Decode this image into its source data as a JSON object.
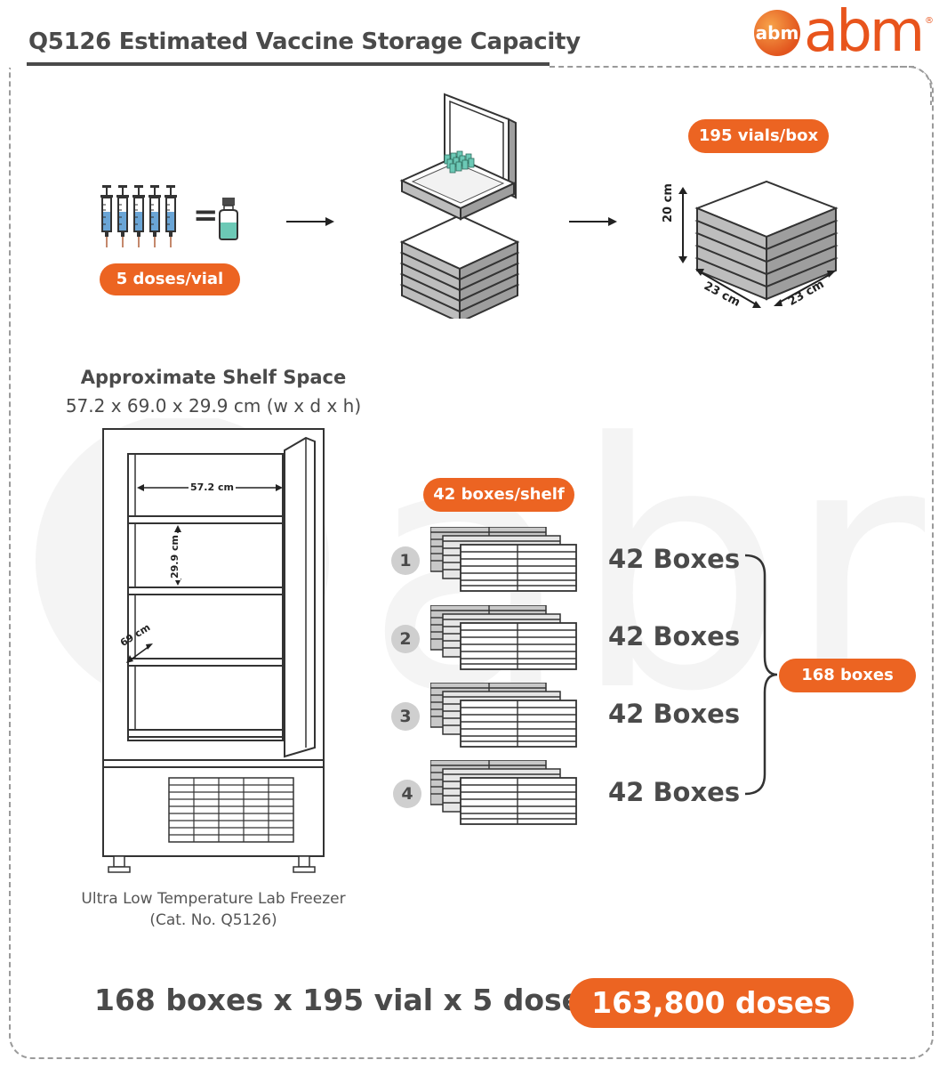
{
  "header": {
    "title": "Q5126 Estimated Vaccine Storage Capacity",
    "logo_badge": "abm",
    "logo_text": "abm",
    "logo_reg": "®"
  },
  "step1": {
    "doses_label": "5 doses/vial",
    "equals": "="
  },
  "step3": {
    "vials_label": "195 vials/box",
    "dim_height": "20 cm",
    "dim_width": "23 cm",
    "dim_depth": "23 cm"
  },
  "shelf": {
    "title": "Approximate Shelf Space",
    "dims": "57.2 x 69.0 x 29.9 cm (w x d x h)",
    "width_label": "57.2 cm",
    "height_label": "29.9 cm",
    "depth_label": "69 cm"
  },
  "freezer": {
    "name": "Ultra Low Temperature Lab Freezer",
    "cat": "(Cat. No. Q5126)"
  },
  "shelves": {
    "per_shelf_label": "42 boxes/shelf",
    "items": [
      {
        "num": "1",
        "label": "42 Boxes"
      },
      {
        "num": "2",
        "label": "42 Boxes"
      },
      {
        "num": "3",
        "label": "42 Boxes"
      },
      {
        "num": "4",
        "label": "42 Boxes"
      }
    ],
    "total_label": "168 boxes"
  },
  "result": {
    "equation": "168 boxes x 195 vial x 5 doses =",
    "total": "163,800 doses"
  },
  "colors": {
    "accent": "#ec6422",
    "text": "#4a4a4a",
    "vial_liquid": "#6cc9b6"
  }
}
